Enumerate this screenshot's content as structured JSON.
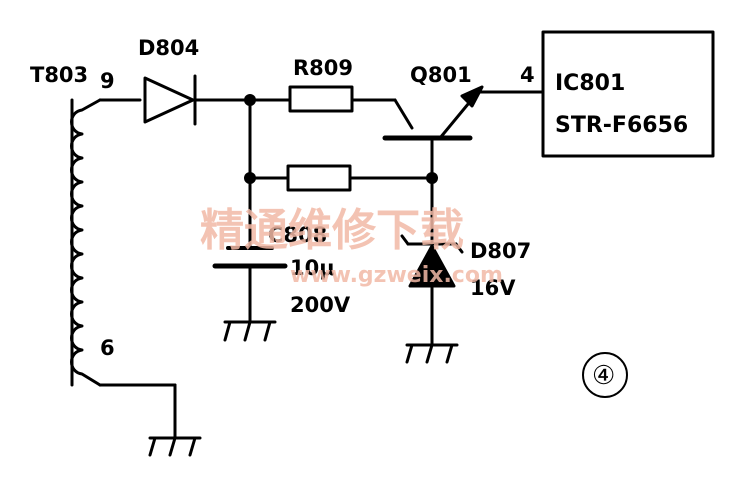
{
  "labels": {
    "transformer": "T803",
    "pin9": "9",
    "pin6": "6",
    "diode": "D804",
    "resistor": "R809",
    "transistor": "Q801",
    "ic_pin": "4",
    "ic_name": "IC801",
    "ic_part": "STR-F6656",
    "capacitor": "C808",
    "cap_value": "10μ",
    "cap_voltage": "200V",
    "zener": "D807",
    "zener_voltage": "16V",
    "figure_number": "④"
  },
  "watermark": {
    "text": "精通维修下载",
    "url": "www.gzweix.com"
  }
}
